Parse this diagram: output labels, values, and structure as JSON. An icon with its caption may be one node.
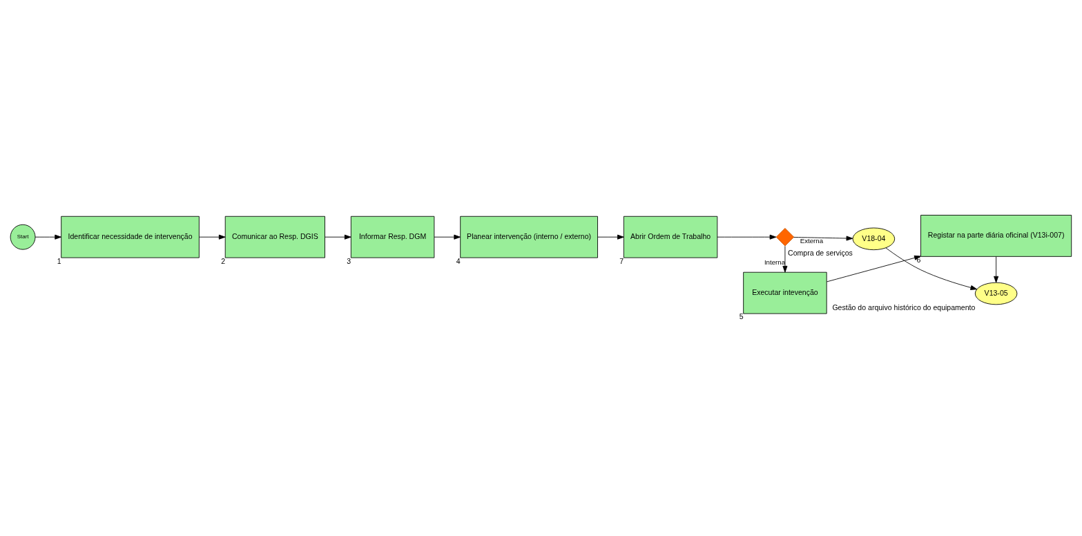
{
  "diagram": {
    "nodes": [
      {
        "text": [
          "Start"
        ]
      },
      {
        "text": [
          "Identificar necessidade de intervenção"
        ],
        "beside": [
          "1"
        ]
      },
      {
        "text": [
          "Comunicar ao Resp. DGIS"
        ],
        "beside": [
          "2"
        ]
      },
      {
        "text": [
          "Informar Resp. DGM"
        ],
        "beside": [
          "3"
        ]
      },
      {
        "text": [
          "Planear intervenção (interno / externo)"
        ],
        "beside": [
          "4"
        ]
      },
      {
        "text": [
          "Abrir Ordem de Trabalho"
        ],
        "beside": [
          "7"
        ]
      },
      {
        "text": [],
        "shape": "diamond"
      },
      {
        "text": [
          "V18-04"
        ],
        "beside": [
          "Compra de serviços"
        ]
      },
      {
        "text": [
          "V13-05"
        ],
        "beside": [
          "Gestão do arquivo histórico do equipamento"
        ]
      },
      {
        "text": [
          "Executar intevenção"
        ],
        "beside": [
          "5"
        ]
      },
      {
        "text": [
          "Registar na parte diária oficinal (V13i-007)"
        ],
        "beside": [
          "6"
        ]
      }
    ],
    "edges": [
      {
        "from": 0,
        "to": 1,
        "arrow": "to"
      },
      {
        "from": 1,
        "to": 2,
        "arrow": "to"
      },
      {
        "from": 2,
        "to": 3,
        "arrow": "to"
      },
      {
        "from": 3,
        "to": 4,
        "arrow": "to"
      },
      {
        "from": 4,
        "to": 5,
        "arrow": "to"
      },
      {
        "from": 5,
        "to": 6,
        "arrow": "to"
      },
      {
        "from": 6,
        "to": 7,
        "arrow": "to",
        "label": "Externa"
      },
      {
        "from": 7,
        "to": 8,
        "arrow": "to"
      },
      {
        "from": 6,
        "to": 9,
        "arrow": "to",
        "label": "Interna"
      },
      {
        "from": 9,
        "to": 10,
        "arrow": "to"
      },
      {
        "from": 10,
        "to": 8,
        "arrow": "to"
      }
    ]
  }
}
